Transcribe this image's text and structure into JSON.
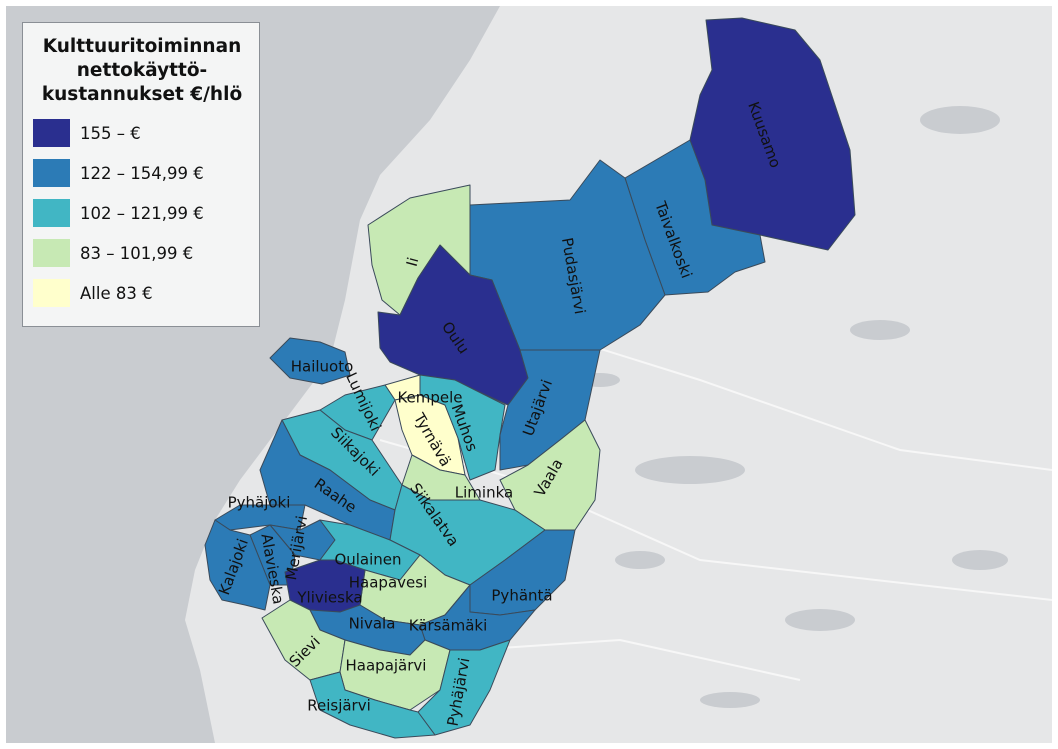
{
  "legend": {
    "title": "Kulttuuritoiminnan\nnettokäyttö-\nkustannukset €/hlö",
    "classes": [
      {
        "label": "155 – €",
        "color": "#2a2f8f"
      },
      {
        "label": "122 – 154,99 €",
        "color": "#2c7bb6"
      },
      {
        "label": "102 – 121,99 €",
        "color": "#41b6c4"
      },
      {
        "label": "83 – 101,99 €",
        "color": "#c7e9b4"
      },
      {
        "label": "Alle 83 €",
        "color": "#ffffcc"
      }
    ]
  },
  "municipalities": [
    {
      "name": "Kuusamo",
      "class": 0
    },
    {
      "name": "Taivalkoski",
      "class": 1
    },
    {
      "name": "Pudasjärvi",
      "class": 1
    },
    {
      "name": "Ii",
      "class": 3
    },
    {
      "name": "Oulu",
      "class": 0
    },
    {
      "name": "Hailuoto",
      "class": 1
    },
    {
      "name": "Kempele",
      "class": 4
    },
    {
      "name": "Lumijoki",
      "class": 2
    },
    {
      "name": "Tyrnävä",
      "class": 4
    },
    {
      "name": "Muhos",
      "class": 2
    },
    {
      "name": "Utajärvi",
      "class": 1
    },
    {
      "name": "Liminka",
      "class": 3
    },
    {
      "name": "Vaala",
      "class": 3
    },
    {
      "name": "Siikajoki",
      "class": 2
    },
    {
      "name": "Raahe",
      "class": 1
    },
    {
      "name": "Pyhäjoki",
      "class": 1
    },
    {
      "name": "Siikalatva",
      "class": 2
    },
    {
      "name": "Merijärvi",
      "class": 1
    },
    {
      "name": "Oulainen",
      "class": 2
    },
    {
      "name": "Alavieska",
      "class": 1
    },
    {
      "name": "Kalajoki",
      "class": 1
    },
    {
      "name": "Haapavesi",
      "class": 3
    },
    {
      "name": "Ylivieska",
      "class": 0
    },
    {
      "name": "Pyhäntä",
      "class": 1
    },
    {
      "name": "Kärsämäki",
      "class": 1
    },
    {
      "name": "Nivala",
      "class": 1
    },
    {
      "name": "Sievi",
      "class": 3
    },
    {
      "name": "Haapajärvi",
      "class": 3
    },
    {
      "name": "Pyhäjärvi",
      "class": 2
    },
    {
      "name": "Reisjärvi",
      "class": 2
    }
  ],
  "labels": {
    "Kuusamo": "Kuusamo",
    "Taivalkoski": "Taivalkoski",
    "Pudasjärvi": "Pudasjärvi",
    "Ii": "Ii",
    "Oulu": "Oulu",
    "Hailuoto": "Hailuoto",
    "Kempele": "Kempele",
    "Lumijoki": "Lumijoki",
    "Tyrnävä": "Tyrnävä",
    "Muhos": "Muhos",
    "Utajärvi": "Utajärvi",
    "Liminka": "Liminka",
    "Vaala": "Vaala",
    "Siikajoki": "Siikajoki",
    "Raahe": "Raahe",
    "Pyhäjoki": "Pyhäjoki",
    "Siikalatva": "Siikalatva",
    "Merijärvi": "Merijärvi",
    "Oulainen": "Oulainen",
    "Alavieska": "Alavieska",
    "Kalajoki": "Kalajoki",
    "Haapavesi": "Haapavesi",
    "Ylivieska": "Ylivieska",
    "Pyhäntä": "Pyhäntä",
    "Kärsämäki": "Kärsämäki",
    "Nivala": "Nivala",
    "Sievi": "Sievi",
    "Haapajärvi": "Haapajärvi",
    "Pyhäjärvi": "Pyhäjärvi",
    "Reisjärvi": "Reisjärvi"
  }
}
